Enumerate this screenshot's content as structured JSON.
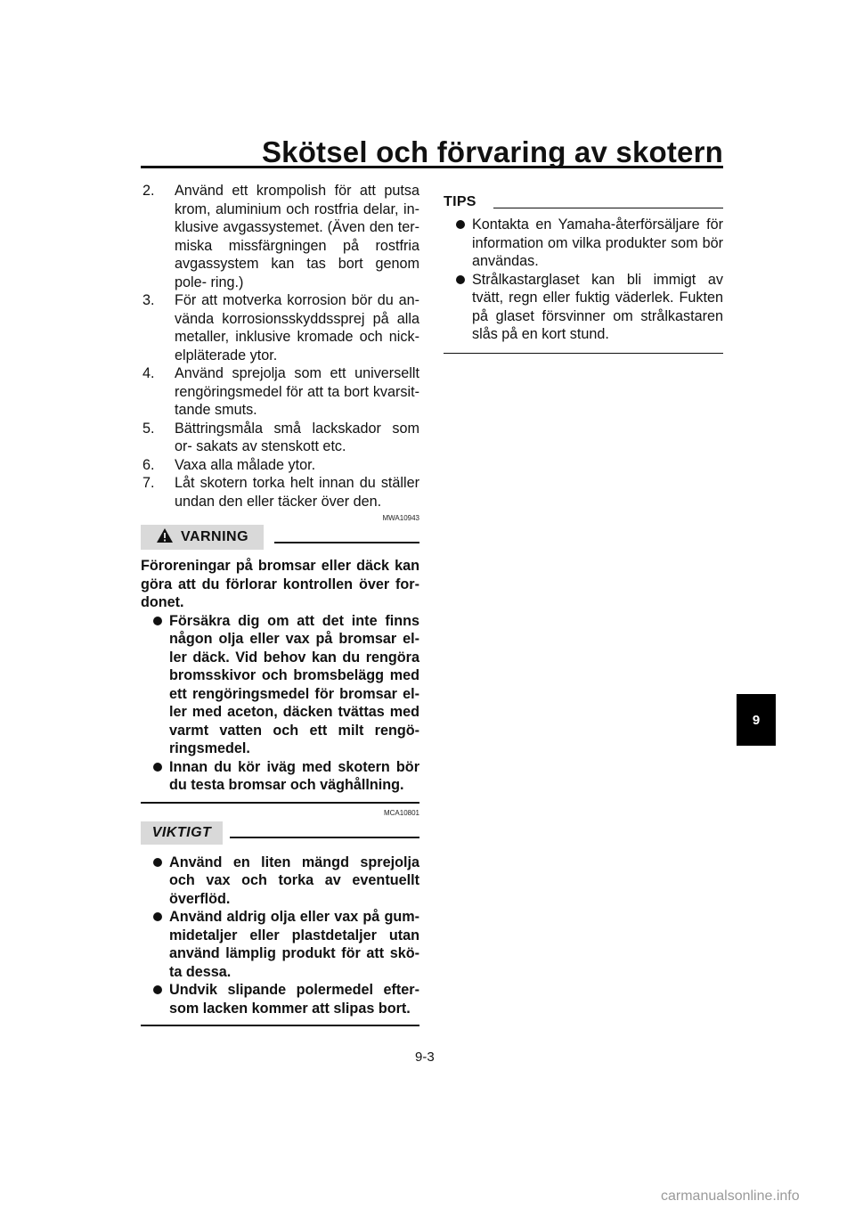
{
  "page": {
    "title": "Skötsel och förvaring av skotern",
    "page_number": "9-3",
    "chapter_tab": "9",
    "watermark": "carmanualsonline.info"
  },
  "steps": [
    {
      "num": "2.",
      "text": "Använd ett krompolish för att putsa krom, aluminium och rostfria delar, in- klusive avgassystemet. (Även den ter- miska missfärgningen på rostfria avgassystem kan tas bort genom pole- ring.)"
    },
    {
      "num": "3.",
      "text": "För att motverka korrosion bör du an- vända korrosionsskyddssprej på alla metaller, inklusive kromade och nick- elpläterade ytor."
    },
    {
      "num": "4.",
      "text": "Använd sprejolja som ett universellt rengöringsmedel för att ta bort kvarsit- tande smuts."
    },
    {
      "num": "5.",
      "text": "Bättringsmåla små lackskador som or- sakats av stenskott etc."
    },
    {
      "num": "6.",
      "text": "Vaxa alla målade ytor."
    },
    {
      "num": "7.",
      "text": "Låt skotern torka helt innan du ställer undan den eller täcker över den."
    }
  ],
  "warning": {
    "code": "MWA10943",
    "label": "VARNING",
    "text": "Föroreningar på bromsar eller däck kan göra att du förlorar kontrollen över for- donet.",
    "items": [
      "Försäkra dig om att det inte finns någon olja eller vax på bromsar el- ler däck. Vid behov kan du rengöra bromsskivor och bromsbelägg med ett rengöringsmedel för bromsar el- ler med aceton, däcken tvättas med varmt vatten och ett milt rengö- ringsmedel.",
      "Innan du kör iväg med skotern bör du testa bromsar och väghållning."
    ]
  },
  "important": {
    "code": "MCA10801",
    "label": "VIKTIGT",
    "items": [
      "Använd en liten mängd sprejolja och vax och torka av eventuellt överflöd.",
      "Använd aldrig olja eller vax på gum- midetaljer eller plastdetaljer utan använd lämplig produkt för att skö- ta dessa.",
      "Undvik slipande polermedel efter- som lacken kommer att slipas bort."
    ]
  },
  "tips": {
    "label": "TIPS",
    "items": [
      "Kontakta en Yamaha-återförsäljare för information om vilka produkter som bör användas.",
      "Strålkastarglaset kan bli immigt av tvätt, regn eller fuktig väderlek. Fukten på glaset försvinner om strålkastaren slås på en kort stund."
    ]
  }
}
